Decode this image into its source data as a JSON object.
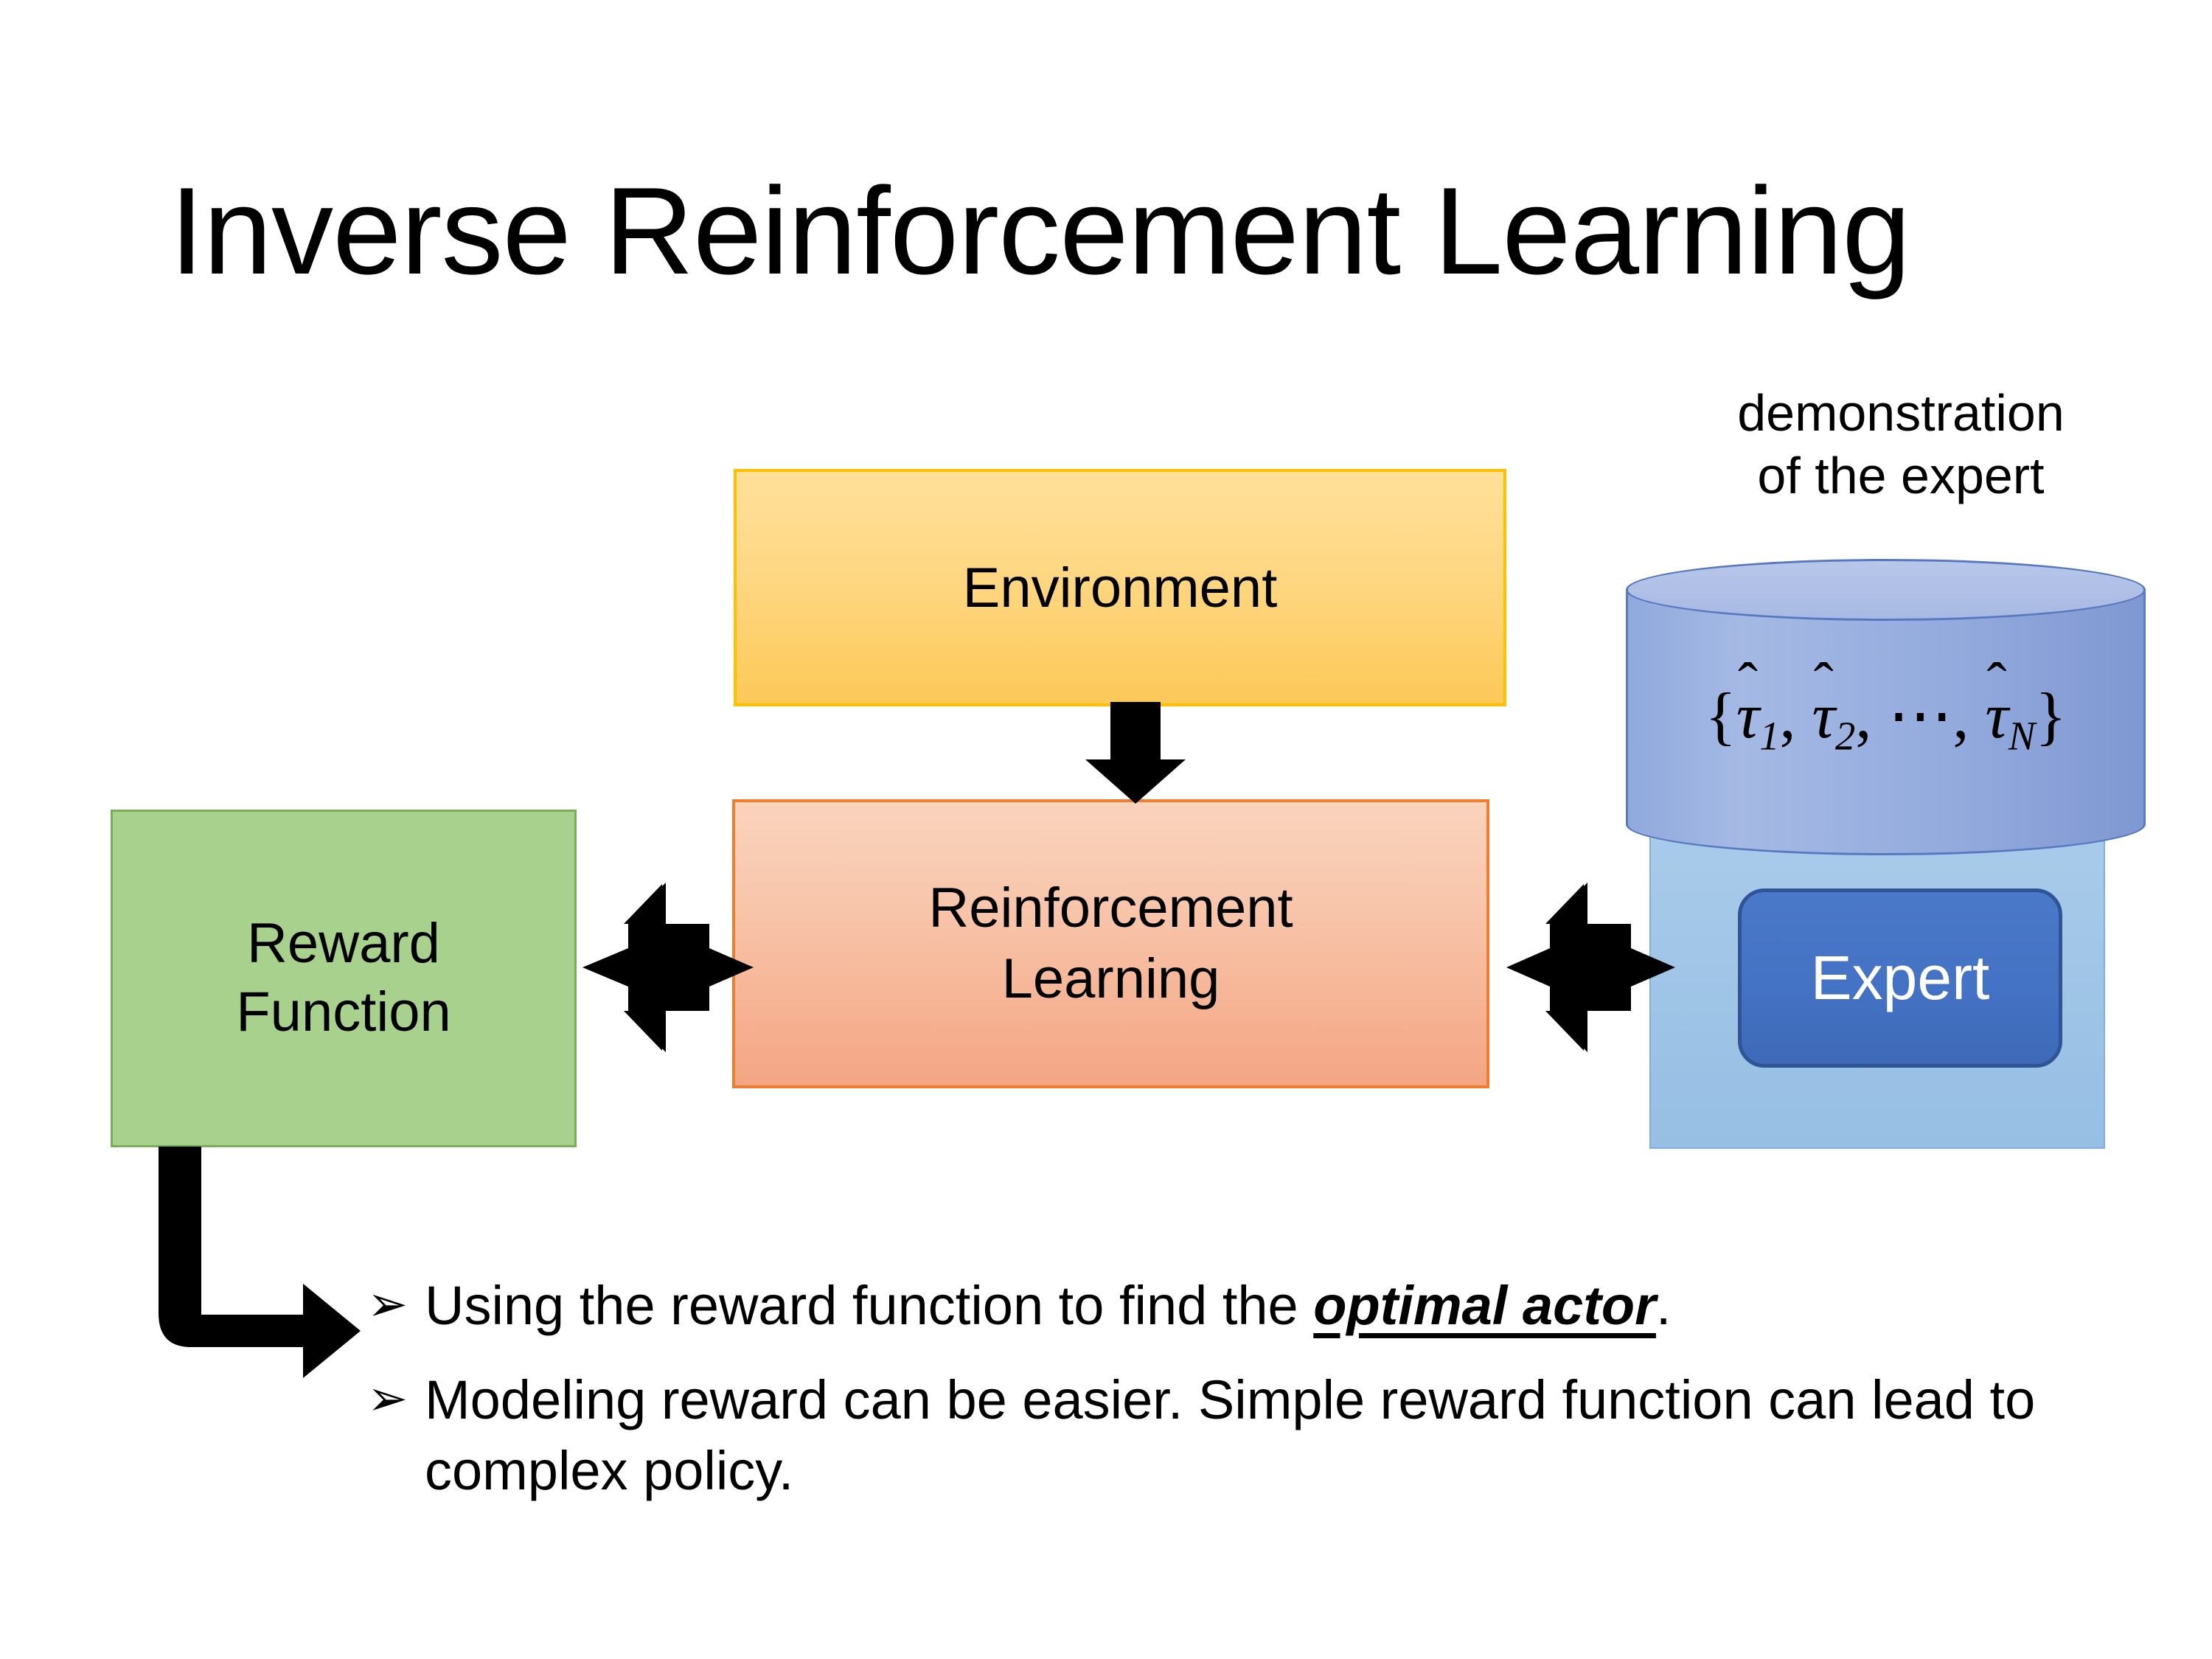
{
  "slide": {
    "title": "Inverse Reinforcement Learning",
    "background_color": "#ffffff"
  },
  "diagram": {
    "nodes": {
      "reward_function": {
        "label": "Reward\nFunction",
        "label_line1": "Reward",
        "label_line2": "Function",
        "fill_color": "#a9d18e",
        "border_color": "#70ad47"
      },
      "environment": {
        "label": "Environment",
        "fill_color": "#ffd783",
        "border_color": "#ffc000"
      },
      "reinforcement_learning": {
        "label": "Reinforcement\nLearning",
        "label_line1": "Reinforcement",
        "label_line2": "Learning",
        "fill_color": "#f4a583",
        "border_color": "#ed7d31"
      },
      "expert": {
        "label": "Expert",
        "fill_color": "#4472c4",
        "border_color": "#2f5597",
        "text_color": "#ffffff"
      },
      "expert_panel": {
        "fill_color": "#9dc3e6"
      },
      "demonstration_cylinder": {
        "caption_line1": "demonstration",
        "caption_line2": "of the expert",
        "trajectories_set": "{τ̂₁, τ̂₂, ⋯, τ̂N}",
        "tau_symbol": "τ",
        "hat_symbol": "̂",
        "open_brace": "{",
        "close_brace": "}",
        "comma": ",",
        "ellipsis": "⋯",
        "index_1": "1",
        "index_2": "2",
        "index_n": "N",
        "fill_color": "#8faadc",
        "border_color": "#5878c0"
      }
    },
    "connectors": [
      {
        "name": "environment-to-reinforcement-learning",
        "type": "down-arrow",
        "from": "environment",
        "to": "reinforcement_learning",
        "color": "#000000"
      },
      {
        "name": "reward-function-reinforcement-learning",
        "type": "quad-arrow",
        "from": "reward_function",
        "to": "reinforcement_learning",
        "color": "#000000"
      },
      {
        "name": "reinforcement-learning-expert",
        "type": "quad-arrow",
        "from": "reinforcement_learning",
        "to": "expert_panel",
        "color": "#000000"
      },
      {
        "name": "reward-function-to-notes",
        "type": "bent-arrow",
        "from": "reward_function",
        "to": "bullet-1",
        "color": "#000000"
      }
    ]
  },
  "bullets": [
    {
      "marker": "➢",
      "text_before": "Using the reward function to find the ",
      "emphasis": "optimal actor",
      "text_after": ".",
      "full_text": "Using the reward function to find the optimal actor."
    },
    {
      "marker": "➢",
      "text_before": "Modeling reward can be easier. Simple reward function can lead to complex policy.",
      "emphasis": "",
      "text_after": "",
      "full_text": "Modeling reward can be easier. Simple reward function can lead to complex policy."
    }
  ]
}
